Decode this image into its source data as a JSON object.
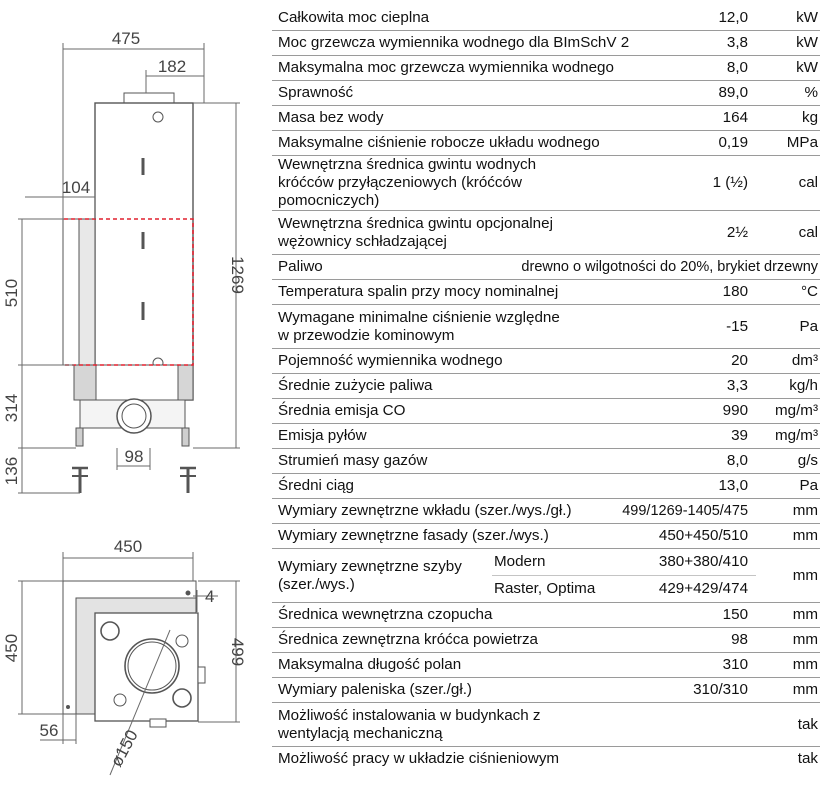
{
  "drawing": {
    "front": {
      "width_total": "475",
      "width_top": "182",
      "depth_side": "104",
      "height_total": "1269",
      "height_glass": "510",
      "height_lower": "314",
      "height_feet": "136",
      "flue_outlet": "98"
    },
    "top": {
      "width": "450",
      "offset_right": "4",
      "depth": "450",
      "depth_total": "499",
      "offset_left": "56",
      "flue_diameter": "ø150"
    },
    "colors": {
      "line": "#555555",
      "fill": "#dcdcdc",
      "dashed": "#e0202e",
      "dimension": "#6a6a6a"
    }
  },
  "specs": [
    {
      "label": "Całkowita moc cieplna",
      "value": "12,0",
      "unit": "kW"
    },
    {
      "label": "Moc grzewcza wymiennika wodnego dla BImSchV 2",
      "value": "3,8",
      "unit": "kW"
    },
    {
      "label": "Maksymalna moc grzewcza wymiennika wodnego",
      "value": "8,0",
      "unit": "kW"
    },
    {
      "label": "Sprawność",
      "value": "89,0",
      "unit": "%"
    },
    {
      "label": "Masa bez wody",
      "value": "164",
      "unit": "kg"
    },
    {
      "label": "Maksymalne ciśnienie robocze układu wodnego",
      "value": "0,19",
      "unit": "MPa"
    },
    {
      "label": "Wewnętrzna średnica gwintu wodnych króćców przyłączeniowych (króćców pomocniczych)",
      "value": "1 (½)",
      "unit": "cal"
    },
    {
      "label": "Wewnętrzna średnica gwintu opcjonalnej wężownicy schładzającej",
      "value": "2½",
      "unit": "cal"
    },
    {
      "label": "Paliwo",
      "value": "drewno o wilgotności do 20%, brykiet drzewny",
      "unit": ""
    },
    {
      "label": "Temperatura spalin przy mocy nominalnej",
      "value": "180",
      "unit": "°C"
    },
    {
      "label": "Wymagane minimalne ciśnienie względne w przewodzie kominowym",
      "value": "-15",
      "unit": "Pa"
    },
    {
      "label": "Pojemność wymiennika wodnego",
      "value": "20",
      "unit": "dm³"
    },
    {
      "label": "Średnie zużycie paliwa",
      "value": "3,3",
      "unit": "kg/h"
    },
    {
      "label": "Średnia emisja CO",
      "value": "990",
      "unit": "mg/m³"
    },
    {
      "label": "Emisja pyłów",
      "value": "39",
      "unit": "mg/m³"
    },
    {
      "label": "Strumień masy gazów",
      "value": "8,0",
      "unit": "g/s"
    },
    {
      "label": "Średni ciąg",
      "value": "13,0",
      "unit": "Pa"
    },
    {
      "label": "Wymiary zewnętrzne wkładu (szer./wys./gł.)",
      "value": "499/1269-1405/475",
      "unit": "mm"
    },
    {
      "label": "Wymiary zewnętrzne fasady (szer./wys.)",
      "value": "450+450/510",
      "unit": "mm"
    }
  ],
  "glass": {
    "label": "Wymiary zewnętrzne szyby (szer./wys.)",
    "unit": "mm",
    "variants": [
      {
        "name": "Modern",
        "value": "380+380/410"
      },
      {
        "name": "Raster, Optima",
        "value": "429+429/474"
      }
    ]
  },
  "specs2": [
    {
      "label": "Średnica wewnętrzna czopucha",
      "value": "150",
      "unit": "mm"
    },
    {
      "label": "Średnica zewnętrzna króćca powietrza",
      "value": "98",
      "unit": "mm"
    },
    {
      "label": "Maksymalna długość polan",
      "value": "310",
      "unit": "mm"
    },
    {
      "label": "Wymiary paleniska (szer./gł.)",
      "value": "310/310",
      "unit": "mm"
    },
    {
      "label": "Możliwość instalowania w budynkach z wentylacją mechaniczną",
      "value": "",
      "unit": "tak"
    },
    {
      "label": "Możliwość pracy w układzie ciśnieniowym",
      "value": "",
      "unit": "tak"
    }
  ]
}
